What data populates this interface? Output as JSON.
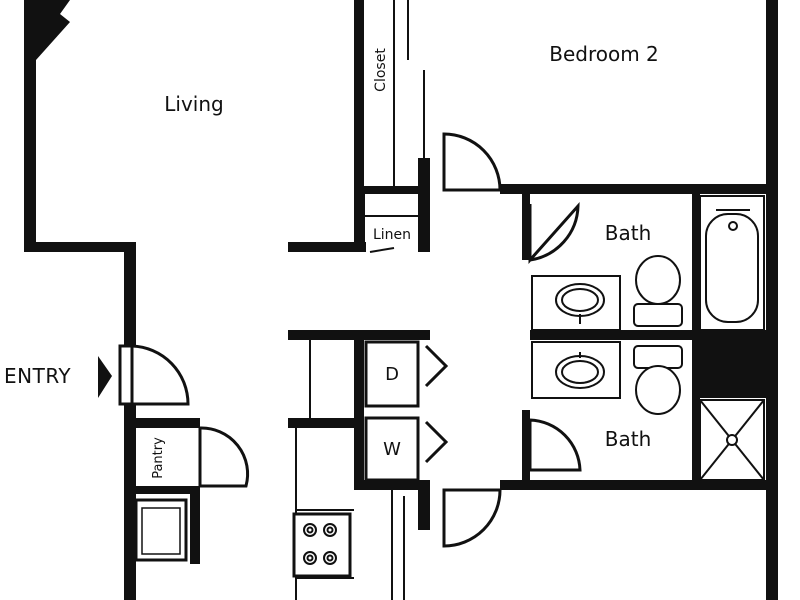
{
  "rooms": {
    "living": "Living",
    "bedroom2": "Bedroom 2",
    "closet": "Closet",
    "linen": "Linen",
    "bath_upper": "Bath",
    "bath_lower": "Bath",
    "pantry": "Pantry",
    "dryer": "D",
    "washer": "W",
    "entry": "ENTRY"
  },
  "colors": {
    "wall": "#111111",
    "background": "#ffffff"
  }
}
